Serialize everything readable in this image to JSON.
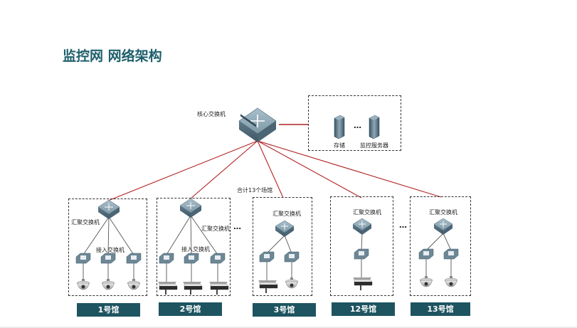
{
  "title": "监控网 网络架构",
  "core": {
    "label": "核心交换机"
  },
  "storage": {
    "storage_label": "存储",
    "server_label": "监控服务器",
    "ellipsis": "…"
  },
  "total_label": "合计13个场馆",
  "agg_label": "汇聚交换机",
  "access_label": "接入交换机",
  "ellipsis": "…",
  "venues": [
    {
      "name": "1号馆"
    },
    {
      "name": "2号馆"
    },
    {
      "name": "3号馆"
    },
    {
      "name": "12号馆"
    },
    {
      "name": "13号馆"
    }
  ],
  "colors": {
    "title": "#1e5f6b",
    "venue_bg": "#1e5460",
    "link": "#b22222",
    "switch": "#6d8795"
  }
}
